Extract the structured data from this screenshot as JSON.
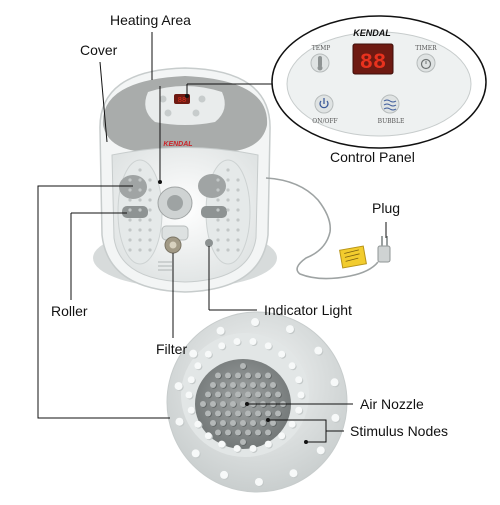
{
  "labels": {
    "heating_area": "Heating Area",
    "cover": "Cover",
    "control_panel": "Control Panel",
    "plug": "Plug",
    "roller": "Roller",
    "indicator_light": "Indicator Light",
    "filter": "Filter",
    "air_nozzle": "Air Nozzle",
    "stimulus_nodes": "Stimulus Nodes"
  },
  "control_panel": {
    "brand": "KENDAL",
    "display": "88",
    "temp_label": "TEMP",
    "timer_label": "TIMER",
    "onoff_label": "ON/OFF",
    "bubble_label": "BUBBLE"
  },
  "device": {
    "brand": "KENDAL"
  },
  "colors": {
    "line": "#111111",
    "body_gray": "#a9acab",
    "body_light": "#e9ecec",
    "display_red": "#e8321e",
    "display_bg": "#6e1a12",
    "brand_red": "#c9262b",
    "panel_bg": "#eef1f1",
    "tag_yellow": "#f2cc2e"
  }
}
